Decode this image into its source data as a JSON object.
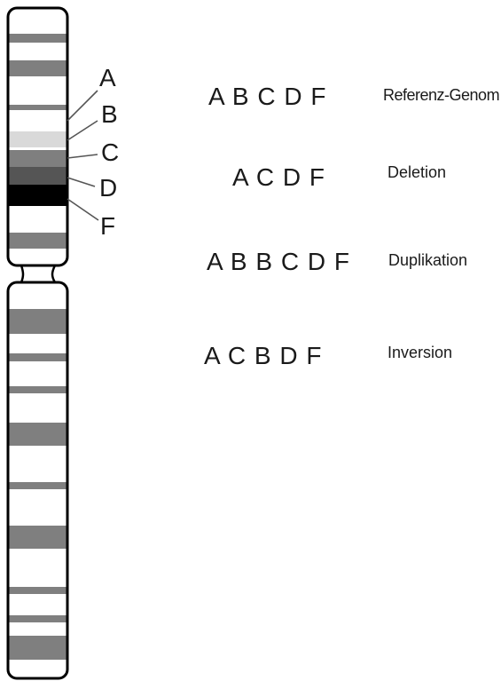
{
  "band_labels": [
    "A",
    "B",
    "C",
    "D",
    "F"
  ],
  "mutations": [
    {
      "sequence": "A B C D F",
      "label": "Referenz-Genom"
    },
    {
      "sequence": "A C D F",
      "label": "Deletion"
    },
    {
      "sequence": "A B B C D F",
      "label": "Duplikation"
    },
    {
      "sequence": "A C B D F",
      "label": "Inversion"
    }
  ],
  "colors": {
    "outline": "#000000",
    "band_gray": "#7f7f7f",
    "band_light": "#d9d9d9",
    "band_dark": "#555555",
    "band_black": "#000000"
  }
}
